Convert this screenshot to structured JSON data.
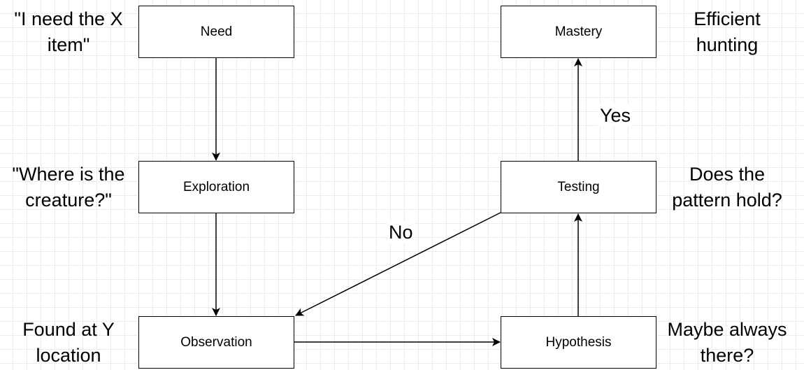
{
  "diagram": {
    "nodes": {
      "need": "Need",
      "exploration": "Exploration",
      "observation": "Observation",
      "hypothesis": "Hypothesis",
      "testing": "Testing",
      "mastery": "Mastery"
    },
    "notes": {
      "need": [
        "\"I need the X",
        "item\""
      ],
      "exploration": [
        "\"Where is the",
        "creature?\""
      ],
      "observation": [
        "Found at Y",
        "location"
      ],
      "hypothesis": [
        "Maybe always",
        "there?"
      ],
      "testing": [
        "Does the",
        "pattern hold?"
      ],
      "mastery": [
        "Efficient",
        "hunting"
      ]
    },
    "edge_labels": {
      "yes": "Yes",
      "no": "No"
    },
    "edges": [
      {
        "from": "need",
        "to": "exploration"
      },
      {
        "from": "exploration",
        "to": "observation"
      },
      {
        "from": "observation",
        "to": "hypothesis"
      },
      {
        "from": "hypothesis",
        "to": "testing"
      },
      {
        "from": "testing",
        "to": "mastery",
        "label": "Yes"
      },
      {
        "from": "testing",
        "to": "observation",
        "label": "No"
      }
    ]
  }
}
